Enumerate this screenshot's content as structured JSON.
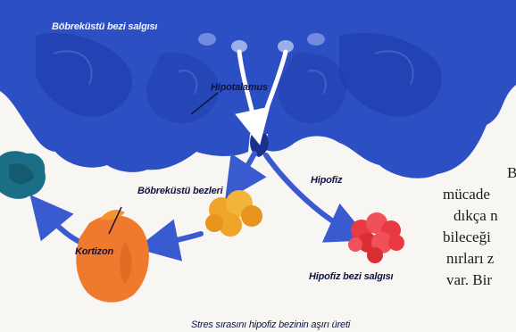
{
  "diagram": {
    "labels": {
      "adrenal_gland_secretion": "Böbreküstü bezi salgısı",
      "hypothalamus": "Hipotalamus",
      "adrenal_glands": "Böbreküstü bezleri",
      "pituitary": "Hipofiz",
      "cortisol": "Kortizon",
      "pituitary_secretion": "Hipofiz bezi salgısı"
    },
    "caption": "Stres sırasını hipofiz bezinin aşırı üreti",
    "colors": {
      "brain": "#2d4fc4",
      "brain_dark": "#1c3aa8",
      "arrow": "#3a5bd0",
      "adrenal": "#f0a52a",
      "kidney": "#ef7a2d",
      "pituitary_gland": "#e83a40",
      "left_organ": "#1a6f86"
    }
  },
  "body_text": {
    "lines": [
      "B",
      "mücade",
      "dıkça n",
      "bileceği",
      "nırları z",
      "var. Bir"
    ]
  }
}
